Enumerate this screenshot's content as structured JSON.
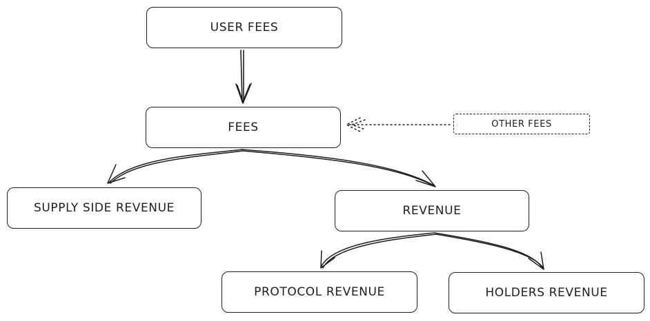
{
  "nodes": {
    "user_fees": "USER FEES",
    "fees": "FEES",
    "other_fees": "OTHER FEES",
    "supply_side_revenue": "SUPPLY SIDE REVENUE",
    "revenue": "REVENUE",
    "protocol_revenue": "PROTOCOL REVENUE",
    "holders_revenue": "HOLDERS REVENUE"
  },
  "edges": [
    {
      "from": "user_fees",
      "to": "fees",
      "style": "solid"
    },
    {
      "from": "other_fees",
      "to": "fees",
      "style": "dotted"
    },
    {
      "from": "fees",
      "to": "supply_side_revenue",
      "style": "solid"
    },
    {
      "from": "fees",
      "to": "revenue",
      "style": "solid"
    },
    {
      "from": "revenue",
      "to": "protocol_revenue",
      "style": "solid"
    },
    {
      "from": "revenue",
      "to": "holders_revenue",
      "style": "solid"
    }
  ],
  "colors": {
    "stroke": "#1e1e1e",
    "background": "#ffffff"
  }
}
